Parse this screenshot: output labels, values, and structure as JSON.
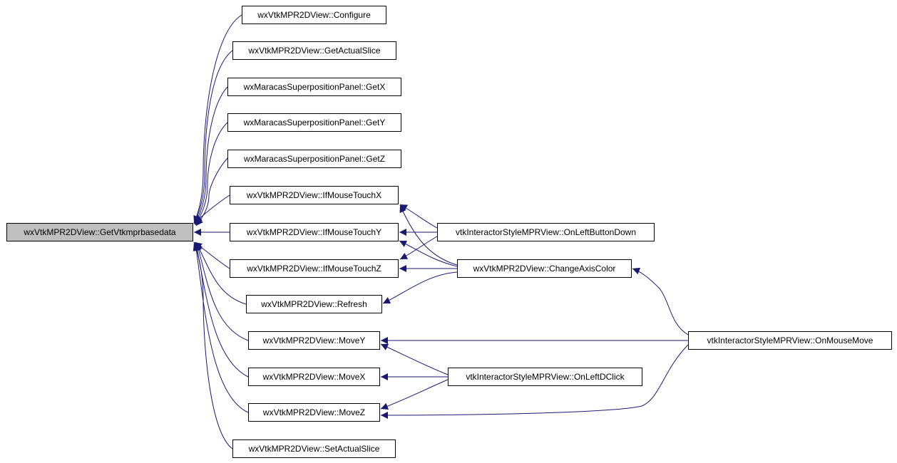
{
  "colors": {
    "edge": "#191970",
    "root_fill": "#bfbfbf",
    "node_fill": "#ffffff",
    "node_stroke": "#000000"
  },
  "root": "wxVtkMPR2DView::GetVtkmprbasedata",
  "nodes": [
    {
      "id": "root",
      "label": "wxVtkMPR2DView::GetVtkmprbasedata",
      "role": "root"
    },
    {
      "id": "configure",
      "label": "wxVtkMPR2DView::Configure"
    },
    {
      "id": "getactualslice",
      "label": "wxVtkMPR2DView::GetActualSlice"
    },
    {
      "id": "getx",
      "label": "wxMaracasSuperpositionPanel::GetX"
    },
    {
      "id": "gety",
      "label": "wxMaracasSuperpositionPanel::GetY"
    },
    {
      "id": "getz",
      "label": "wxMaracasSuperpositionPanel::GetZ"
    },
    {
      "id": "ifmousetouchx",
      "label": "wxVtkMPR2DView::IfMouseTouchX"
    },
    {
      "id": "ifmousetouchy",
      "label": "wxVtkMPR2DView::IfMouseTouchY"
    },
    {
      "id": "ifmousetouchz",
      "label": "wxVtkMPR2DView::IfMouseTouchZ"
    },
    {
      "id": "refresh",
      "label": "wxVtkMPR2DView::Refresh"
    },
    {
      "id": "movey",
      "label": "wxVtkMPR2DView::MoveY"
    },
    {
      "id": "movex",
      "label": "wxVtkMPR2DView::MoveX"
    },
    {
      "id": "movez",
      "label": "wxVtkMPR2DView::MoveZ"
    },
    {
      "id": "setactualslice",
      "label": "wxVtkMPR2DView::SetActualSlice"
    },
    {
      "id": "onleftbuttondown",
      "label": "vtkInteractorStyleMPRView::OnLeftButtonDown"
    },
    {
      "id": "changeaxiscolor",
      "label": "wxVtkMPR2DView::ChangeAxisColor"
    },
    {
      "id": "onleftdclick",
      "label": "vtkInteractorStyleMPRView::OnLeftDClick"
    },
    {
      "id": "onmousemove",
      "label": "vtkInteractorStyleMPRView::OnMouseMove"
    }
  ],
  "edges": [
    {
      "from": "configure",
      "to": "root"
    },
    {
      "from": "getactualslice",
      "to": "root"
    },
    {
      "from": "getx",
      "to": "root"
    },
    {
      "from": "gety",
      "to": "root"
    },
    {
      "from": "getz",
      "to": "root"
    },
    {
      "from": "ifmousetouchx",
      "to": "root"
    },
    {
      "from": "ifmousetouchy",
      "to": "root"
    },
    {
      "from": "ifmousetouchz",
      "to": "root"
    },
    {
      "from": "refresh",
      "to": "root"
    },
    {
      "from": "movey",
      "to": "root"
    },
    {
      "from": "movex",
      "to": "root"
    },
    {
      "from": "movez",
      "to": "root"
    },
    {
      "from": "setactualslice",
      "to": "root"
    },
    {
      "from": "onleftbuttondown",
      "to": "ifmousetouchx"
    },
    {
      "from": "onleftbuttondown",
      "to": "ifmousetouchy"
    },
    {
      "from": "onleftbuttondown",
      "to": "ifmousetouchz"
    },
    {
      "from": "changeaxiscolor",
      "to": "ifmousetouchx"
    },
    {
      "from": "changeaxiscolor",
      "to": "ifmousetouchy"
    },
    {
      "from": "changeaxiscolor",
      "to": "ifmousetouchz"
    },
    {
      "from": "changeaxiscolor",
      "to": "refresh"
    },
    {
      "from": "onmousemove",
      "to": "changeaxiscolor"
    },
    {
      "from": "onmousemove",
      "to": "movey"
    },
    {
      "from": "onmousemove",
      "to": "movez"
    },
    {
      "from": "onleftdclick",
      "to": "movey"
    },
    {
      "from": "onleftdclick",
      "to": "movex"
    },
    {
      "from": "onleftdclick",
      "to": "movez"
    }
  ]
}
